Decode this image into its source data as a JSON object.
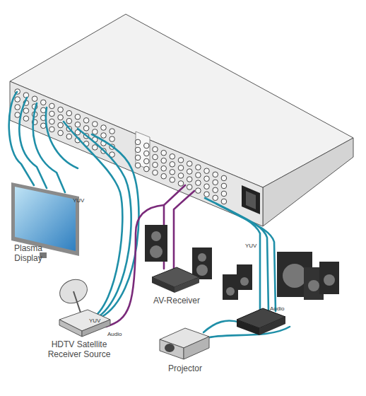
{
  "diagram": {
    "nodes": [
      {
        "text": [
          "Plasma Display"
        ]
      },
      {
        "text": [
          "AV-Receiver"
        ]
      },
      {
        "text": [
          "HDTV Satellite Receiver Source"
        ]
      },
      {
        "text": [
          "Projector"
        ]
      }
    ],
    "labels": [
      "YUV",
      "YUV",
      "Audio",
      "YUV",
      "Audio"
    ]
  }
}
